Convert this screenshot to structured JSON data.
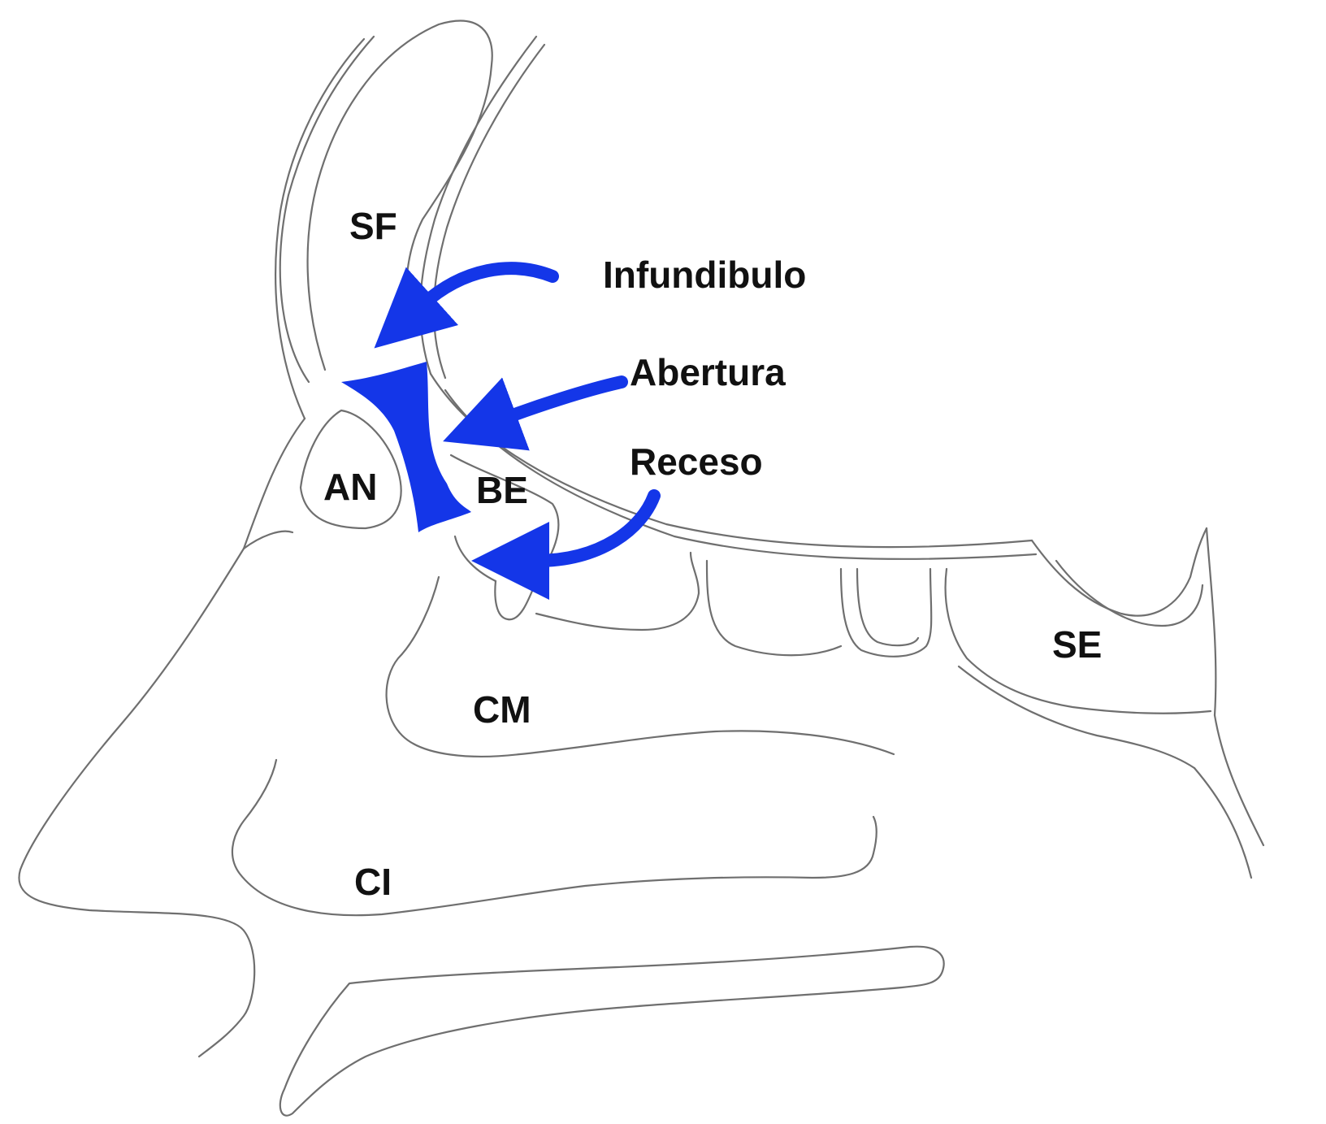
{
  "diagram": {
    "accent_color": "#1436e8",
    "regions": {
      "sf": "SF",
      "an": "AN",
      "be": "BE",
      "cm": "CM",
      "ci": "CI",
      "se": "SE"
    },
    "annotations": {
      "infundibulo": "Infundibulo",
      "abertura": "Abertura",
      "receso": "Receso"
    }
  }
}
